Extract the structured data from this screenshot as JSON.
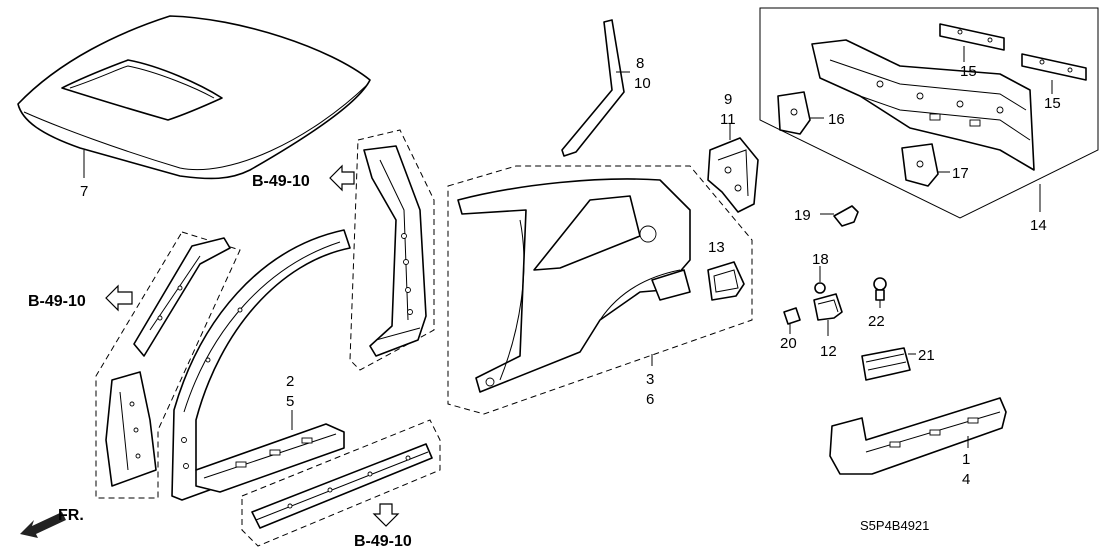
{
  "labels": {
    "p1": "1",
    "p2": "2",
    "p3": "3",
    "p4": "4",
    "p5": "5",
    "p6": "6",
    "p7": "7",
    "p8": "8",
    "p9": "9",
    "p10": "10",
    "p11": "11",
    "p12": "12",
    "p13": "13",
    "p14": "14",
    "p15a": "15",
    "p15b": "15",
    "p16": "16",
    "p17": "17",
    "p18": "18",
    "p19": "19",
    "p20": "20",
    "p21": "21",
    "p22": "22"
  },
  "refs": {
    "upper": "B-49-10",
    "left": "B-49-10",
    "bottom": "B-49-10"
  },
  "front_marker": "FR.",
  "diagram_code": "S5P4B4921"
}
